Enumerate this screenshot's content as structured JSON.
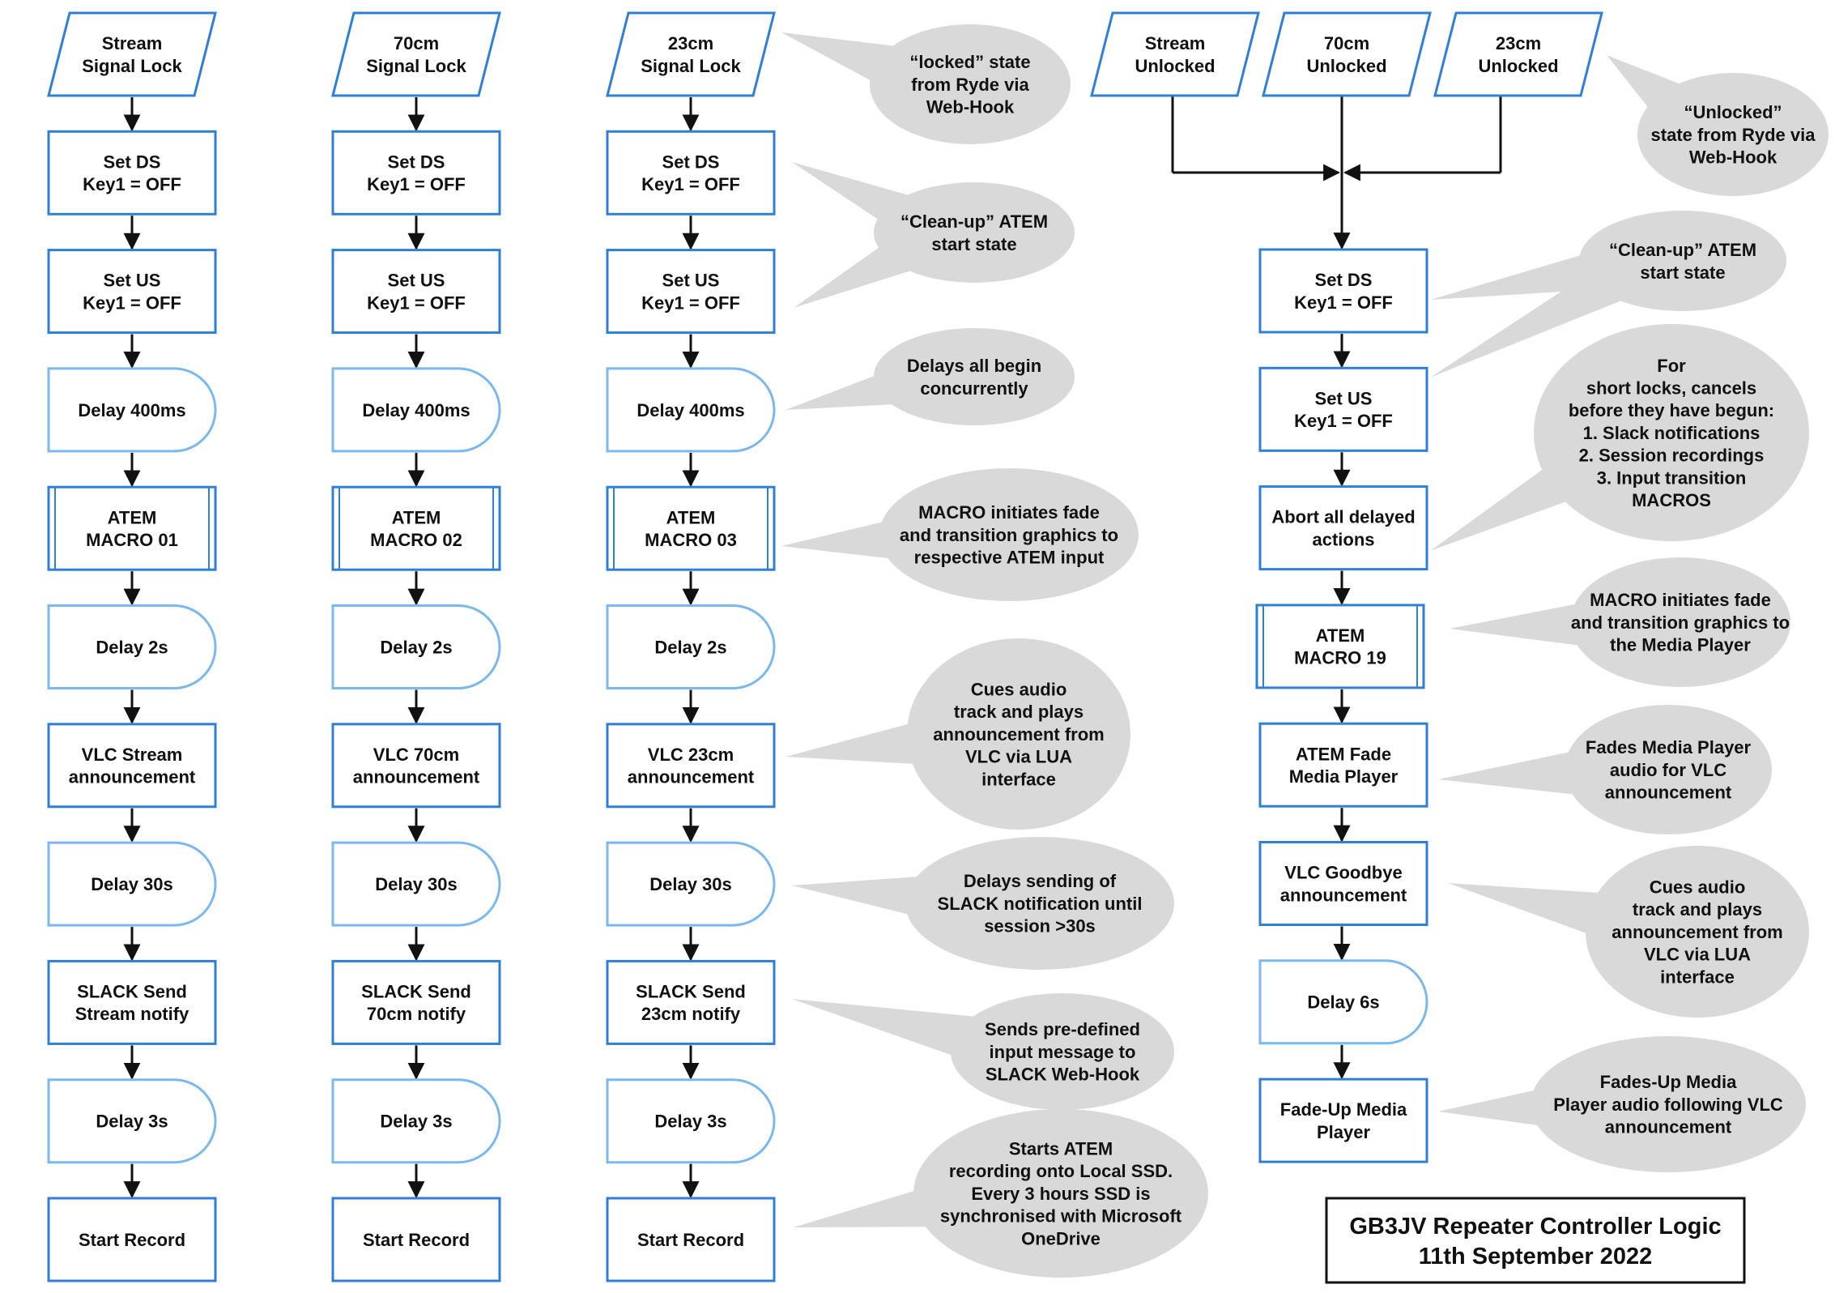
{
  "title": {
    "line1": "GB3JV Repeater Controller Logic",
    "line2": "11th September 2022"
  },
  "colors": {
    "process_stroke": "#2f7fd6",
    "delay_stroke": "#7ab8ee",
    "callout_fill": "#d9d9d9",
    "arrow": "#111111",
    "text": "#111111"
  },
  "columns": [
    {
      "id": "stream",
      "steps": [
        {
          "type": "io",
          "lines": [
            "Stream",
            "Signal Lock"
          ]
        },
        {
          "type": "process",
          "lines": [
            "Set DS",
            "Key1 = OFF"
          ]
        },
        {
          "type": "process",
          "lines": [
            "Set US",
            "Key1 = OFF"
          ]
        },
        {
          "type": "delay",
          "lines": [
            "Delay 400ms"
          ]
        },
        {
          "type": "subroutine",
          "lines": [
            "ATEM",
            "MACRO 01"
          ]
        },
        {
          "type": "delay",
          "lines": [
            "Delay 2s"
          ]
        },
        {
          "type": "process",
          "lines": [
            "VLC Stream",
            "announcement"
          ]
        },
        {
          "type": "delay",
          "lines": [
            "Delay 30s"
          ]
        },
        {
          "type": "process",
          "lines": [
            "SLACK Send",
            "Stream notify"
          ]
        },
        {
          "type": "delay",
          "lines": [
            "Delay 3s"
          ]
        },
        {
          "type": "process",
          "lines": [
            "Start Record"
          ]
        }
      ]
    },
    {
      "id": "70cm",
      "steps": [
        {
          "type": "io",
          "lines": [
            "70cm",
            "Signal Lock"
          ]
        },
        {
          "type": "process",
          "lines": [
            "Set DS",
            "Key1 = OFF"
          ]
        },
        {
          "type": "process",
          "lines": [
            "Set US",
            "Key1 = OFF"
          ]
        },
        {
          "type": "delay",
          "lines": [
            "Delay 400ms"
          ]
        },
        {
          "type": "subroutine",
          "lines": [
            "ATEM",
            "MACRO 02"
          ]
        },
        {
          "type": "delay",
          "lines": [
            "Delay 2s"
          ]
        },
        {
          "type": "process",
          "lines": [
            "VLC 70cm",
            "announcement"
          ]
        },
        {
          "type": "delay",
          "lines": [
            "Delay 30s"
          ]
        },
        {
          "type": "process",
          "lines": [
            "SLACK Send",
            "70cm notify"
          ]
        },
        {
          "type": "delay",
          "lines": [
            "Delay 3s"
          ]
        },
        {
          "type": "process",
          "lines": [
            "Start Record"
          ]
        }
      ]
    },
    {
      "id": "23cm",
      "steps": [
        {
          "type": "io",
          "lines": [
            "23cm",
            "Signal Lock"
          ]
        },
        {
          "type": "process",
          "lines": [
            "Set DS",
            "Key1 = OFF"
          ]
        },
        {
          "type": "process",
          "lines": [
            "Set US",
            "Key1 = OFF"
          ]
        },
        {
          "type": "delay",
          "lines": [
            "Delay 400ms"
          ]
        },
        {
          "type": "subroutine",
          "lines": [
            "ATEM",
            "MACRO 03"
          ]
        },
        {
          "type": "delay",
          "lines": [
            "Delay 2s"
          ]
        },
        {
          "type": "process",
          "lines": [
            "VLC 23cm",
            "announcement"
          ]
        },
        {
          "type": "delay",
          "lines": [
            "Delay 30s"
          ]
        },
        {
          "type": "process",
          "lines": [
            "SLACK Send",
            "23cm notify"
          ]
        },
        {
          "type": "delay",
          "lines": [
            "Delay 3s"
          ]
        },
        {
          "type": "process",
          "lines": [
            "Start Record"
          ]
        }
      ]
    }
  ],
  "unlock_inputs": [
    {
      "lines": [
        "Stream",
        "Unlocked"
      ]
    },
    {
      "lines": [
        "70cm",
        "Unlocked"
      ]
    },
    {
      "lines": [
        "23cm",
        "Unlocked"
      ]
    }
  ],
  "unlock_steps": [
    {
      "type": "process",
      "lines": [
        "Set DS",
        "Key1 = OFF"
      ]
    },
    {
      "type": "process",
      "lines": [
        "Set US",
        "Key1 = OFF"
      ]
    },
    {
      "type": "process",
      "lines": [
        "Abort all delayed",
        "actions"
      ]
    },
    {
      "type": "subroutine",
      "lines": [
        "ATEM",
        "MACRO 19"
      ]
    },
    {
      "type": "process",
      "lines": [
        "ATEM Fade",
        "Media Player"
      ]
    },
    {
      "type": "process",
      "lines": [
        "VLC Goodbye",
        "announcement"
      ]
    },
    {
      "type": "delay",
      "lines": [
        "Delay 6s"
      ]
    },
    {
      "type": "process",
      "lines": [
        "Fade-Up Media",
        "Player"
      ]
    }
  ],
  "callouts": [
    {
      "lines": [
        "“locked” state",
        "from Ryde via",
        "Web-Hook"
      ]
    },
    {
      "lines": [
        "“Clean-up” ATEM",
        "start state"
      ]
    },
    {
      "lines": [
        "Delays all begin",
        "concurrently"
      ]
    },
    {
      "lines": [
        "MACRO initiates fade",
        "and transition graphics to",
        "respective ATEM input"
      ]
    },
    {
      "lines": [
        "Cues audio",
        "track and plays",
        "announcement from",
        "VLC via LUA",
        "interface"
      ]
    },
    {
      "lines": [
        "Delays sending of",
        "SLACK notification until",
        "session >30s"
      ]
    },
    {
      "lines": [
        "Sends pre-defined",
        "input message to",
        "SLACK Web-Hook"
      ]
    },
    {
      "lines": [
        "Starts ATEM",
        "recording onto Local SSD.",
        "Every 3 hours SSD is",
        "synchronised with Microsoft",
        "OneDrive"
      ]
    },
    {
      "lines": [
        "“Unlocked”",
        "state from Ryde via",
        "Web-Hook"
      ]
    },
    {
      "lines": [
        "“Clean-up” ATEM",
        "start state"
      ]
    },
    {
      "lines": [
        "For",
        "short locks, cancels",
        "before they have begun:",
        "1. Slack notifications",
        "2. Session recordings",
        "3. Input transition",
        "MACROS"
      ]
    },
    {
      "lines": [
        "MACRO initiates fade",
        "and transition graphics to",
        "the Media Player"
      ]
    },
    {
      "lines": [
        "Fades Media Player",
        "audio for VLC",
        "announcement"
      ]
    },
    {
      "lines": [
        "Cues audio",
        "track and plays",
        "announcement from",
        "VLC via LUA",
        "interface"
      ]
    },
    {
      "lines": [
        "Fades-Up Media",
        "Player audio following VLC",
        "announcement"
      ]
    }
  ]
}
